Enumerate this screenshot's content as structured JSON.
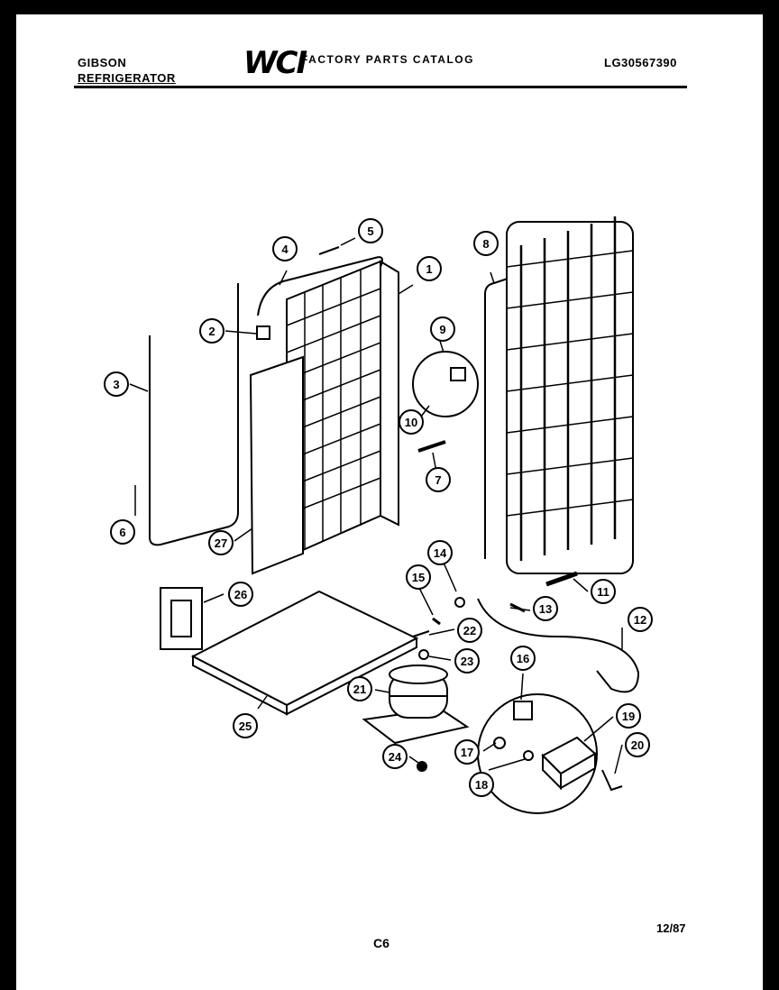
{
  "header": {
    "brand": "GIBSON",
    "product_type": "REFRIGERATOR",
    "logo": "WCI",
    "catalog_title": "FACTORY PARTS CATALOG",
    "model_number": "LG30567390"
  },
  "footer": {
    "page_code": "C6",
    "date": "12/87"
  },
  "callouts": [
    "1",
    "2",
    "3",
    "4",
    "5",
    "6",
    "7",
    "8",
    "9",
    "10",
    "11",
    "12",
    "13",
    "14",
    "15",
    "16",
    "17",
    "18",
    "19",
    "20",
    "21",
    "22",
    "23",
    "24",
    "25",
    "26",
    "27"
  ]
}
